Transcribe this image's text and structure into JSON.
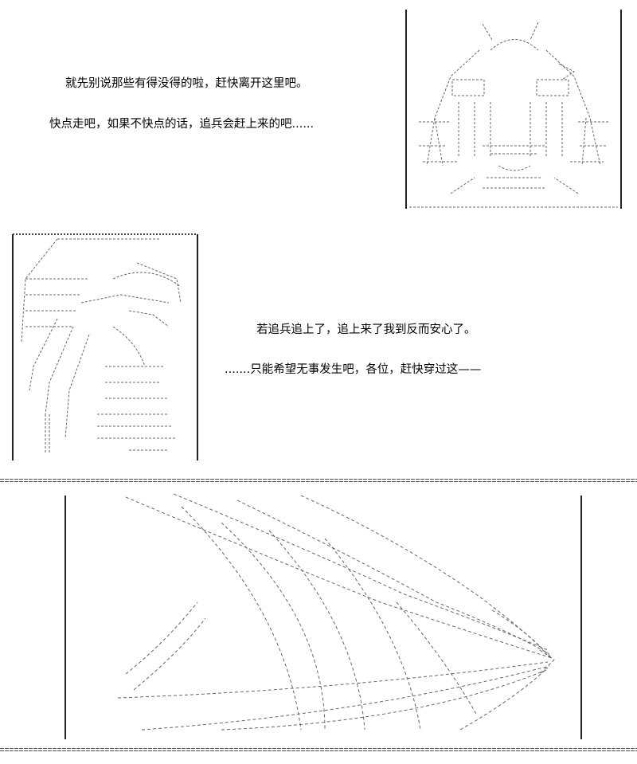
{
  "panel1": {
    "line1": "就先别说那些有得没得的啦，赶快离开这里吧。",
    "line2": "快点走吧，如果不快点的话，追兵会赶上来的吧......"
  },
  "panel2": {
    "line1": "若追兵追上了，追上来了我到反而安心了。",
    "line2": ".......只能希望无事发生吧，各位，赶快穿过这——"
  },
  "colors": {
    "ink": "#000000",
    "art": "#555555",
    "frame": "#222222",
    "bg": "#ffffff"
  }
}
